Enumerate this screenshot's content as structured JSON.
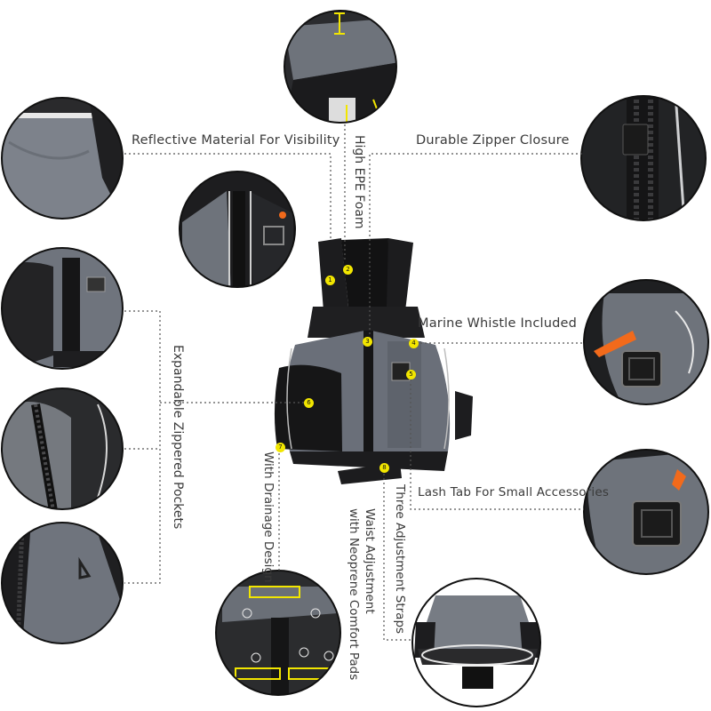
{
  "labels": {
    "reflective": "Reflective Material For Visibility",
    "epe": "High EPE Foam",
    "zipper": "Durable Zipper Closure",
    "whistle": "Marine Whistle Included",
    "pockets": "Expandable Zippered Pockets",
    "drainage": "With Drainage Design",
    "waist_line1": "Waist Adjustment",
    "waist_line2": "with Neoprene Comfort Pads",
    "straps": "Three Adjustment Straps",
    "lashtab": "Lash Tab For Small Accessories"
  },
  "markers": [
    "1",
    "2",
    "3",
    "4",
    "5",
    "6",
    "7",
    "8"
  ],
  "colors": {
    "vest_gray": "#6b717b",
    "vest_black": "#1c1c1e",
    "accent_yellow": "#f2e600",
    "whistle_orange": "#f26a1b"
  }
}
